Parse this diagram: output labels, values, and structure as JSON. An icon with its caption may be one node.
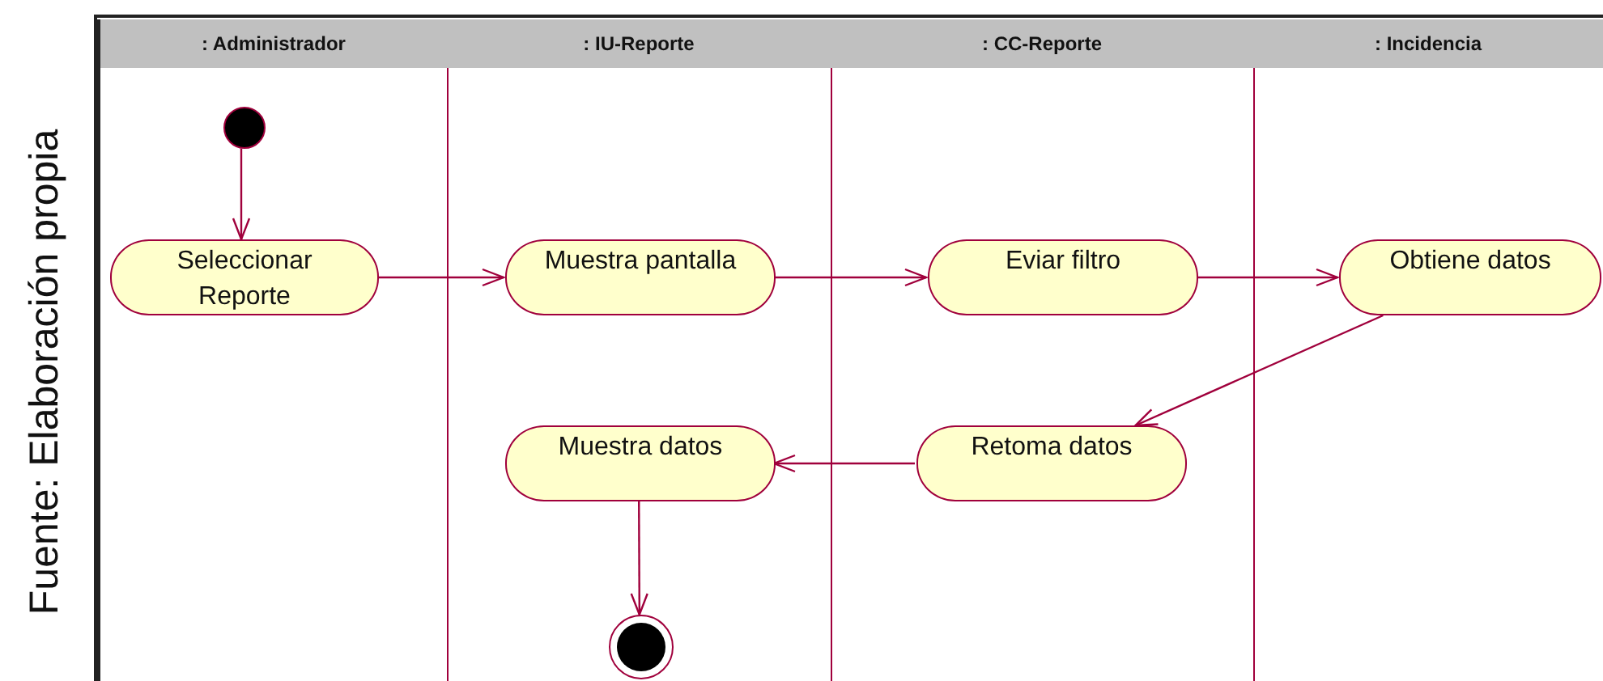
{
  "diagram": {
    "caption": "Fuente: Elaboración propia",
    "nodes": [
      {
        "text": [
          ": Administrador"
        ]
      },
      {
        "text": [
          ": IU-Reporte"
        ]
      },
      {
        "text": [
          ": CC-Reporte"
        ]
      },
      {
        "text": [
          ": Incidencia"
        ]
      },
      {
        "text": [],
        "shape": "circle",
        "in": 0
      },
      {
        "text": [
          "Seleccionar Reporte"
        ],
        "in": 0
      },
      {
        "text": [
          "Muestra pantalla"
        ],
        "in": 1
      },
      {
        "text": [
          "Eviar filtro"
        ],
        "in": 2
      },
      {
        "text": [
          "Obtiene datos"
        ],
        "in": 3
      },
      {
        "text": [
          "Retoma datos"
        ],
        "in": 2
      },
      {
        "text": [
          "Muestra datos"
        ],
        "in": 1
      },
      {
        "text": [],
        "shape": "circle",
        "in": 1
      }
    ],
    "edges": [
      {
        "from": 4,
        "to": 5,
        "arrow": "to"
      },
      {
        "from": 5,
        "to": 6,
        "arrow": "to"
      },
      {
        "from": 6,
        "to": 7,
        "arrow": "to"
      },
      {
        "from": 7,
        "to": 8,
        "arrow": "to"
      },
      {
        "from": 8,
        "to": 9,
        "arrow": "to"
      },
      {
        "from": 9,
        "to": 10,
        "arrow": "to"
      },
      {
        "from": 10,
        "to": 11,
        "arrow": "to"
      }
    ]
  }
}
